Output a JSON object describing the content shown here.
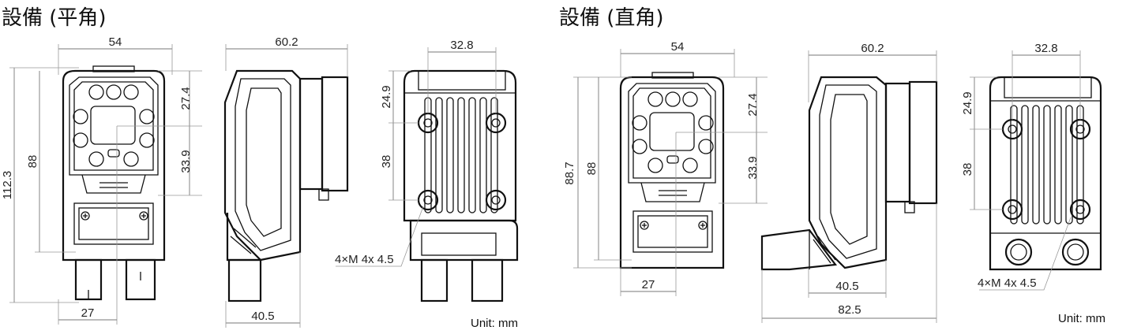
{
  "titles": {
    "flat": "設備 (平角)",
    "right": "設備 (直角)"
  },
  "unit_label": "Unit: mm",
  "flat": {
    "front": {
      "width": "54",
      "h_total": "112.3",
      "h_body": "88",
      "offset_top": "27.4",
      "offset_mid": "33.9",
      "offset_bottom": "27"
    },
    "side": {
      "depth": "60.2",
      "depth_lower": "40.5"
    },
    "rear": {
      "hole_pitch_x": "32.8",
      "top_offset": "24.9",
      "hole_pitch_y": "38",
      "screw": "4×M 4x 4.5"
    }
  },
  "right": {
    "front": {
      "width": "54",
      "h_total": "88.7",
      "h_body": "88",
      "offset_top": "27.4",
      "offset_mid": "33.9",
      "offset_bottom": "27"
    },
    "side": {
      "depth": "60.2",
      "depth_lower": "40.5",
      "overall": "82.5"
    },
    "rear": {
      "hole_pitch_x": "32.8",
      "top_offset": "24.9",
      "hole_pitch_y": "38",
      "screw": "4×M 4x 4.5"
    }
  }
}
